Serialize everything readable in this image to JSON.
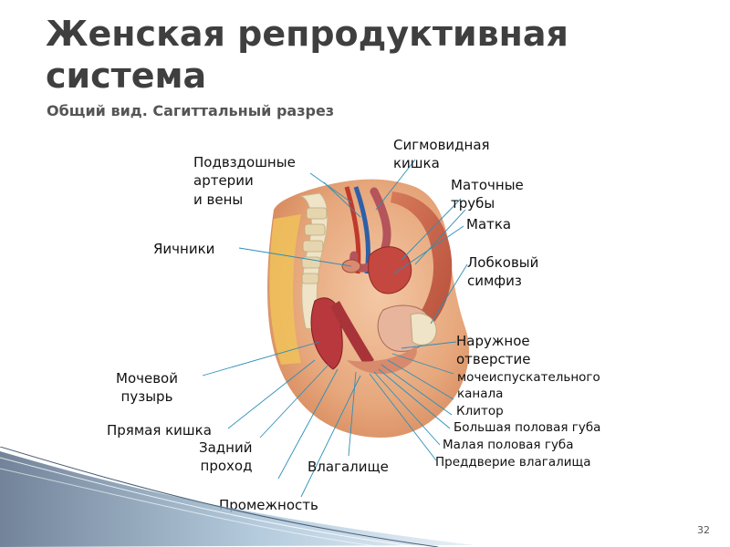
{
  "slide": {
    "title": "Женская репродуктивная система",
    "subtitle": "Общий вид.  Сагиттальный разрез",
    "page_number": "32"
  },
  "labels": {
    "iliac": "Подвздошные\nартерии\nи вены",
    "ovaries": "Яичники",
    "bladder": "Мочевой\nпузырь",
    "rectum": "Прямая кишка",
    "anus": "Задний\nпроход",
    "vagina": "Влагалище",
    "perineum": "Промежность",
    "sigmoid": "Сигмовидная\n кишка",
    "tubes": "Маточные\nтрубы",
    "uterus": "Матка",
    "pubic": "Лобковый\nсимфиз",
    "urethra_opening": "Наружное\nотверстие",
    "urethra_canal": "мочеиспускательного\nканала",
    "clitoris": "Клитор",
    "labia_major": "Большая половая губа",
    "labia_minor": "Малая половая губа",
    "vestibule": "Преддверие влагалища"
  },
  "colors": {
    "title": "#3f3f3f",
    "leader_line": "#2a8fb8",
    "tissue": "#e8a77c",
    "muscle": "#c8604a",
    "organ": "#b33a3f"
  }
}
